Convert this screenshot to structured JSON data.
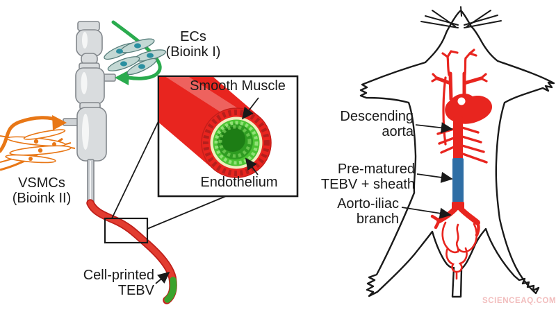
{
  "left_panel": {
    "ec_label": [
      "ECs",
      "(Bioink I)"
    ],
    "vsmc_label": [
      "VSMCs",
      "(Bioink II)"
    ],
    "printed_label": [
      "Cell-printed",
      "TEBV"
    ]
  },
  "inset": {
    "smooth_muscle_label": "Smooth Muscle",
    "endothelium_label": "Endothelium"
  },
  "rat_panel": {
    "descending_aorta_label": [
      "Descending",
      "aorta"
    ],
    "tebv_sheath_label": [
      "Pre-matured",
      "TEBV + sheath"
    ],
    "aorto_iliac_label": [
      "Aorto-iliac",
      "branch"
    ]
  },
  "watermark": "SCIENCEAQ.COM",
  "colors": {
    "vessel_red": "#e8251f",
    "vessel_red_dark": "#b51f1c",
    "tube_red": "#e23c30",
    "tube_red_edge": "#bf1f1a",
    "green_arrow": "#2aab4e",
    "orange": "#e87716",
    "ec_cell_fill": "#c3d8d4",
    "ec_nucleus": "#2a8fa0",
    "endothelium_green": "#4cc333",
    "endothelium_dark": "#1d7d15",
    "cream_ring": "#f0eec0",
    "graft_blue": "#2f6ea5",
    "tip_green": "#3aa32c",
    "watermark_pink": "#f2bdbd",
    "outline_black": "#1a1a1a"
  }
}
